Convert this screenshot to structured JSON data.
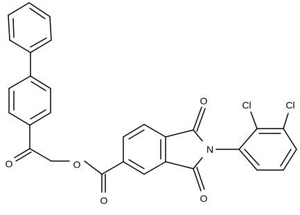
{
  "structure": {
    "atoms": {
      "ketone_oxygen": "O",
      "ester_ether_oxygen": "O",
      "ester_carbonyl_oxygen": "O",
      "imide_oxygen_top": "O",
      "imide_oxygen_bottom": "O",
      "imide_nitrogen": "N",
      "chlorine_ortho": "Cl",
      "chlorine_meta": "Cl"
    }
  }
}
